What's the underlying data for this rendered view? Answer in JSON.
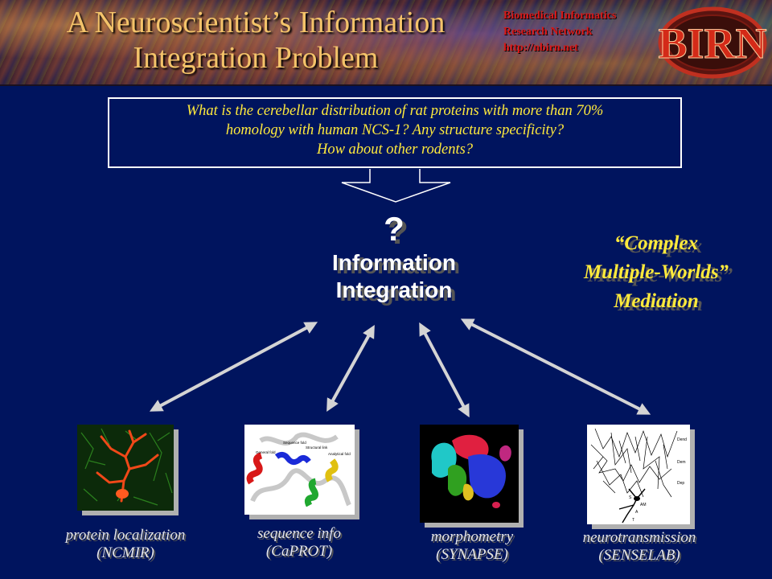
{
  "header": {
    "title_line1": "A Neuroscientist’s Information",
    "title_line2": "Integration Problem",
    "org_line1": "Biomedical Informatics",
    "org_line2": "Research Network",
    "org_line3": "http://nbirn.net",
    "logo_text": "BIRN"
  },
  "question": {
    "line1": "What is the cerebellar distribution of rat proteins with more than 70%",
    "line2": "homology with human NCS-1? Any structure specificity?",
    "line3": "How about other rodents?"
  },
  "center": {
    "mark": "?",
    "line1": "Information",
    "line2": "Integration"
  },
  "mediation": {
    "line1": "“Complex",
    "line2": "Multiple-Worlds”",
    "line3": "Mediation"
  },
  "sources": [
    {
      "label": "protein localization",
      "source": "(NCMIR)",
      "icon": "neuron-fluorescence-image"
    },
    {
      "label": "sequence info",
      "source": "(CaPROT)",
      "icon": "protein-structure-image"
    },
    {
      "label": "morphometry",
      "source": "(SYNAPSE)",
      "icon": "3d-dendrite-reconstruction-image"
    },
    {
      "label": "neurotransmission",
      "source": "(SENSELAB)",
      "icon": "purkinje-cell-drawing-image"
    }
  ],
  "image_labels": {
    "general": "General fold",
    "sequence": "Sequence fold",
    "structural": "Structural link",
    "analytical": "Analytical fold",
    "dend": "Dend",
    "dem": "Dem",
    "dep": "Dep",
    "s": "S",
    "am": "AM",
    "a": "A",
    "t": "T"
  },
  "colors": {
    "background": "#00145e",
    "title": "#f4c36a",
    "question_text": "#ffea3c",
    "org_text": "#d81818",
    "arrow": "#d4d4d4"
  }
}
